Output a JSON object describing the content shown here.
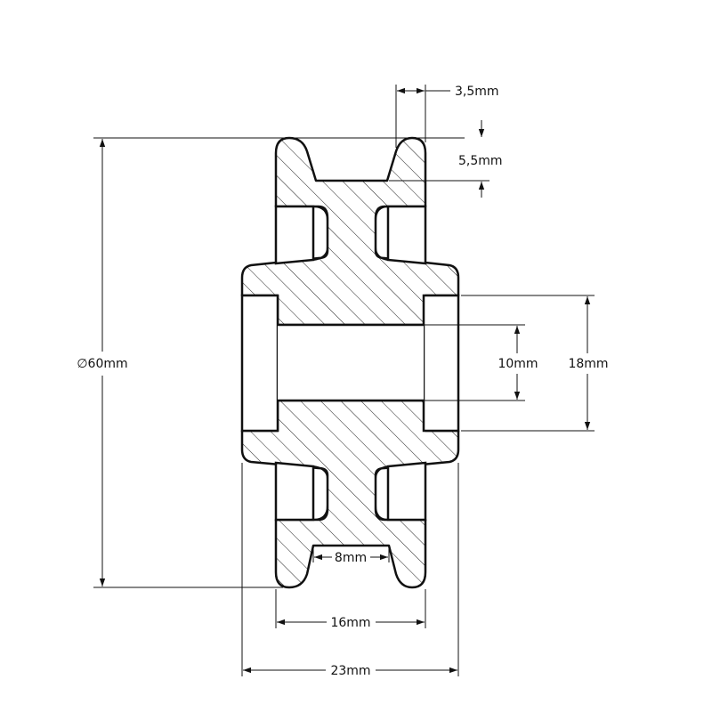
{
  "colors": {
    "line": "#111111",
    "hatch": "#222222",
    "background": "#ffffff"
  },
  "dimensions": {
    "diameter": "∅60mm",
    "groove_top_width": "3,5mm",
    "groove_depth": "5,5mm",
    "bore": "10mm",
    "bearing_seat": "18mm",
    "groove_bottom": "8mm",
    "hub_width": "16mm",
    "overall_width": "23mm"
  }
}
